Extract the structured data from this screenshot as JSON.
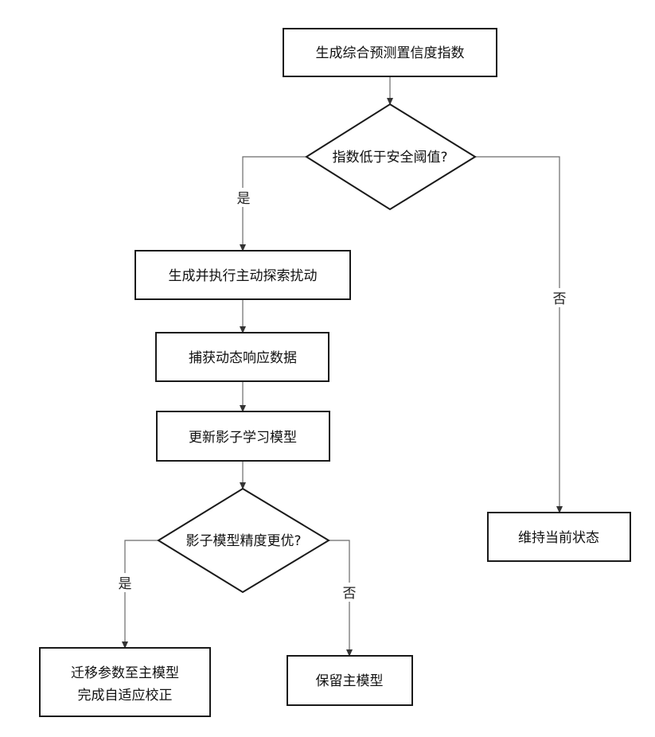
{
  "nodes": {
    "generate_index": "生成综合预测置信度指数",
    "decision_threshold": "指数低于安全阈值?",
    "explore": "生成并执行主动探索扰动",
    "capture": "捕获动态响应数据",
    "update_shadow": "更新影子学习模型",
    "decision_accuracy": "影子模型精度更优?",
    "migrate_line1": "迁移参数至主模型",
    "migrate_line2": "完成自适应校正",
    "keep_main": "保留主模型",
    "maintain": "维持当前状态"
  },
  "labels": {
    "yes_1": "是",
    "no_1": "否",
    "yes_2": "是",
    "no_2": "否"
  },
  "colors": {
    "box_stroke": "#1a1a1a",
    "connector": "#6a6a6a",
    "text": "#111111"
  }
}
